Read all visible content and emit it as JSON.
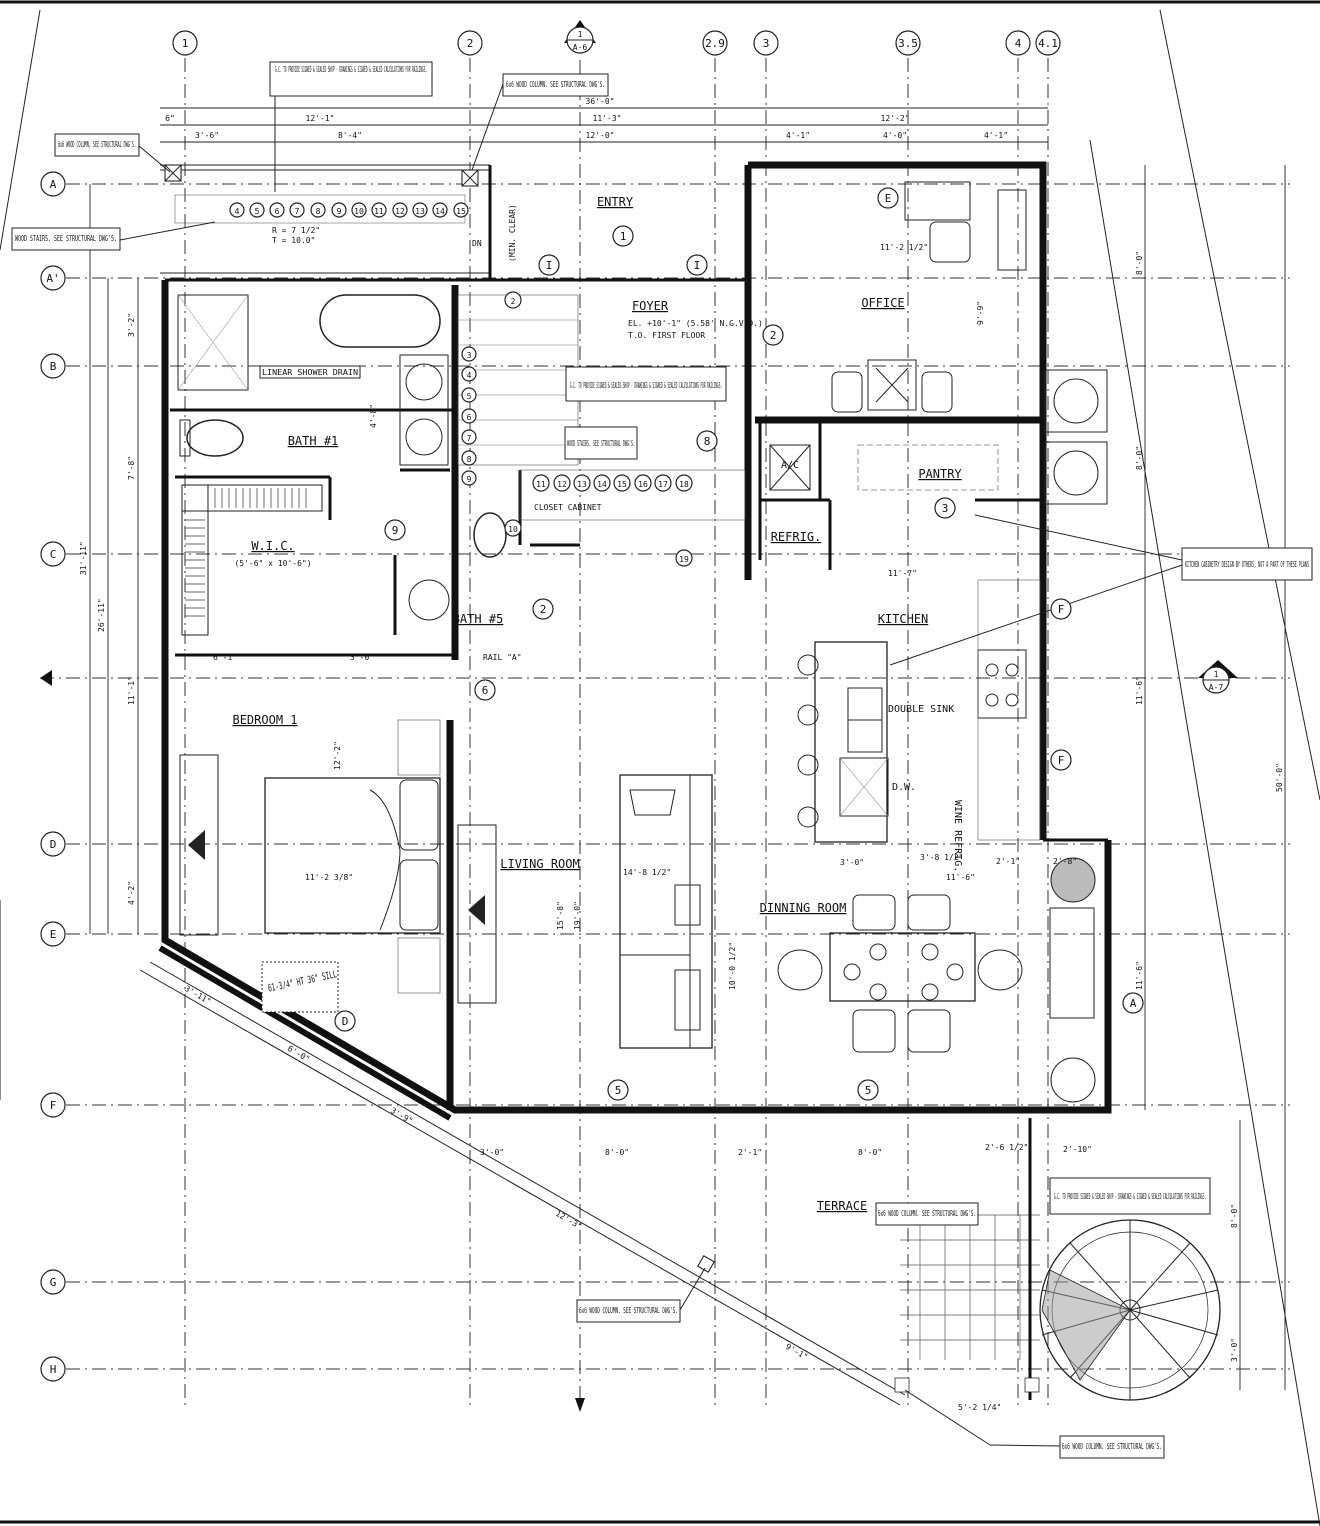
{
  "grid": {
    "columns": [
      "1",
      "2",
      "2.9",
      "3",
      "3.5",
      "4",
      "4.1"
    ],
    "rows": [
      "A",
      "A'",
      "B",
      "C",
      "D",
      "E",
      "F",
      "G",
      "H"
    ]
  },
  "section_marks": {
    "top": {
      "num": "1",
      "sheet": "A-6"
    },
    "right": {
      "num": "1",
      "sheet": "A-7"
    }
  },
  "rooms": {
    "entry": "ENTRY",
    "foyer": "FOYER",
    "office": "OFFICE",
    "bath1": "BATH #1",
    "wic": "W.I.C.",
    "wic_size": "(5'-6\" x 10'-6\")",
    "pantry": "PANTRY",
    "refrig": "REFRIG.",
    "ac": "A/C",
    "kitchen": "KITCHEN",
    "bath5": "BATH #5",
    "bedroom1": "BEDROOM 1",
    "living": "LIVING ROOM",
    "dining": "DINNING ROOM",
    "terrace": "TERRACE",
    "double_sink": "DOUBLE SINK",
    "dw": "D.W.",
    "wine": "WINE REFRIG.",
    "closet": "CLOSET CABINET"
  },
  "notes": {
    "railing_top": "G.C. TO PROVIDE SIGNED & SEALED SHOP - DRAWINGS & SIGNED & SEALED CALCULATIONS FOR RAILINGS.",
    "column_top": "6x6 WOOD COLUMN. SEE STRUCTURAL DWG'S.",
    "column_left": "6x6 WOOD COLUMN, SEE STRUCTURAL DWG'S.",
    "stairs_left": "WOOD STAIRS. SEE STRUCTURAL DWG'S.",
    "railing_mid": "G.C. TO PROVIDE SIGNED & SEALED SHOP - DRAWINGS & SIGNED & SEALED CALCULATIONS FOR RAILINGS.",
    "stairs_mid": "WOOD STAIRS. SEE STRUCTURAL DWG'S.",
    "kitchen_cab": "KITCHEN CABINETRY DESIGN BY OTHERS, NOT A PART OF THESE PLANS",
    "railing_terrace": "G.C. TO PROVIDE SIGNED & SEALED SHOP - DRAWINGS & SIGNED & SEALED CALCULATIONS FOR RAILINGS.",
    "column_terrace": "6x6 WOOD COLUMN. SEE STRUCTURAL DWG'S.",
    "column_diag": "6x6 WOOD COLUMN. SEE STRUCTURAL DWG'S.",
    "column_bottom": "6x6 WOOD COLUMN. SEE STRUCTURAL DWG'S.",
    "shower_drain": "LINEAR SHOWER DRAIN",
    "elevation": "EL. +10'-1\" (5.58' N.G.V.D.)",
    "first_floor": "T.O. FIRST FLOOR",
    "window": "61-3/4\" HT 36\" SILL",
    "riser": "R = 7 1/2\"",
    "tread": "T = 10.0\"",
    "min_clear": "(MIN. CLEAR)",
    "dn": "DN",
    "rail": "RAIL \"A\""
  },
  "dims": {
    "overall_w": "36'-0\"",
    "overall_h": "50'-0\"",
    "top_a": "12'-1\"",
    "top_b": "11'-3\"",
    "top_c": "12'-2\"",
    "top_d": "6\"",
    "top_e": "3'-6\"",
    "top_f": "8'-4\"",
    "top_g": "12'-0\"",
    "top_h": "4'-1\"",
    "top_i": "4'-0\"",
    "top_j": "4'-1\"",
    "left_1": "26'-11\"",
    "left_2": "31'-11\"",
    "left_3": "7'-8\"",
    "left_4": "11'-1\"",
    "left_5": "4'-2\"",
    "left_6": "3'-2\"",
    "right_1": "8'-0\"",
    "right_2": "8'-0\"",
    "right_3": "11'-6\"",
    "right_4": "11'-6\"",
    "right_5": "8'-0\"",
    "right_6": "3'-0\"",
    "bed_w": "11'-2 3/8\"",
    "bed_h": "12'-2\"",
    "living_w": "14'-8 1/2\"",
    "living_h": "15'-8\"",
    "living_h2": "19'-0\"",
    "dining_h": "10'-0 1/2\"",
    "kitchen_w": "11'-7\"",
    "kitchen_w2": "11'-6\"",
    "office_w": "11'-2 1/2\"",
    "office_h": "9'-9\"",
    "bottom_a": "3'-0\"",
    "bottom_b": "8'-0\"",
    "bottom_c": "2'-1\"",
    "bottom_d": "8'-0\"",
    "bottom_e": "2'-6 1/2\"",
    "bottom_f": "2'-10\"",
    "diag_a": "3'-11\"",
    "diag_b": "6'-0\"",
    "diag_c": "3'-9\"",
    "diag_d": "12'-3\"",
    "diag_e": "9'-1\"",
    "terrace_a": "5'-2 1/4\"",
    "wic_a": "6'-1\"",
    "wic_b": "3'-0\"",
    "bath_a": "4'-8\"",
    "kitchen_a": "3'-0\"",
    "kitchen_b": "3'-8 1/2\"",
    "kitchen_c": "2'-1\"",
    "kitchen_d": "2'-8\""
  },
  "stair_numbers_top": [
    "4",
    "5",
    "6",
    "7",
    "8",
    "9",
    "10",
    "11",
    "12",
    "13",
    "14",
    "15"
  ],
  "stair_numbers_mid": [
    "11",
    "12",
    "13",
    "14",
    "15",
    "16",
    "17",
    "18"
  ],
  "stair_numbers_side": [
    "3",
    "4",
    "5",
    "6",
    "7",
    "8",
    "9"
  ],
  "door_tags": [
    "1",
    "2",
    "2",
    "2",
    "3",
    "6",
    "8",
    "9",
    "10",
    "19",
    "5",
    "5"
  ],
  "window_tags": [
    "I",
    "I",
    "E",
    "F",
    "F",
    "A",
    "D"
  ]
}
